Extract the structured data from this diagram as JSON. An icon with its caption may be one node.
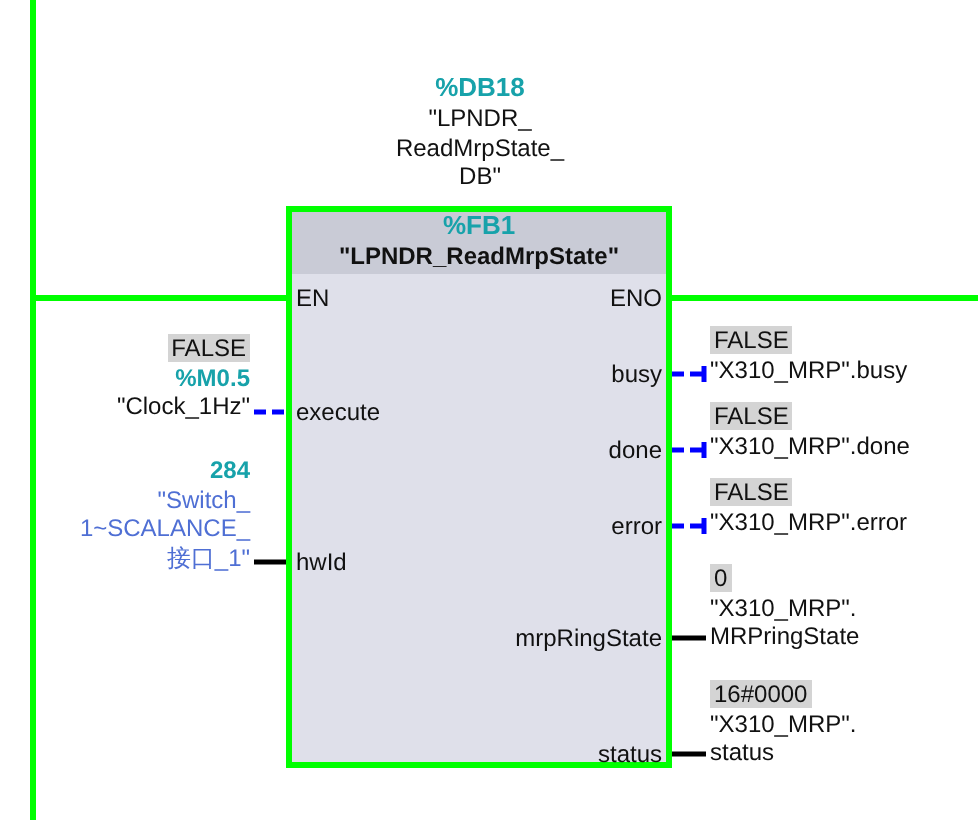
{
  "diagram": {
    "nodes": [
      {
        "text": [],
        "shape": "bar"
      },
      {
        "text": [
          "%FB1",
          "\"LPNDR_ReadMrpState\""
        ],
        "beside": [
          "%DB18",
          "\"LPNDR_ ReadMrpState_ DB\""
        ]
      },
      {
        "text": [
          "EN"
        ],
        "in": 1
      },
      {
        "text": [
          "execute"
        ],
        "in": 1
      },
      {
        "text": [
          "hwId"
        ],
        "in": 1
      },
      {
        "text": [
          "ENO"
        ],
        "in": 1
      },
      {
        "text": [
          "busy"
        ],
        "in": 1
      },
      {
        "text": [
          "done"
        ],
        "in": 1
      },
      {
        "text": [
          "error"
        ],
        "in": 1
      },
      {
        "text": [
          "mrpRingState"
        ],
        "in": 1
      },
      {
        "text": [
          "status"
        ],
        "in": 1
      },
      {
        "text": [
          "FALSE",
          "%M0.5",
          "\"Clock_1Hz\""
        ]
      },
      {
        "text": [
          "284",
          "\"Switch_ 1~SCALANCE_ 接口_1\""
        ]
      },
      {
        "text": [
          "FALSE",
          "\"X310_MRP\".busy"
        ]
      },
      {
        "text": [
          "FALSE",
          "\"X310_MRP\".done"
        ]
      },
      {
        "text": [
          "FALSE",
          "\"X310_MRP\".error"
        ]
      },
      {
        "text": [
          "0",
          "\"X310_MRP\". MRPringState"
        ]
      },
      {
        "text": [
          "16#0000",
          "\"X310_MRP\". status"
        ]
      }
    ],
    "edges": [
      {
        "from": 0,
        "to": 2,
        "arrow": "none",
        "color": "#00ff00"
      },
      {
        "from": 5,
        "to": null,
        "arrow": "none",
        "color": "#00ff00"
      },
      {
        "from": 11,
        "to": 3,
        "arrow": "none",
        "style": "dashed",
        "color": "#0000ff"
      },
      {
        "from": 12,
        "to": 4,
        "arrow": "none",
        "color": "#000000"
      },
      {
        "from": 6,
        "to": 13,
        "arrow": "other",
        "style": "dashed",
        "color": "#0000ff"
      },
      {
        "from": 7,
        "to": 14,
        "arrow": "other",
        "style": "dashed",
        "color": "#0000ff"
      },
      {
        "from": 8,
        "to": 15,
        "arrow": "other",
        "style": "dashed",
        "color": "#0000ff"
      },
      {
        "from": 9,
        "to": 16,
        "arrow": "none",
        "color": "#000000"
      },
      {
        "from": 10,
        "to": 17,
        "arrow": "none",
        "color": "#000000"
      }
    ]
  }
}
